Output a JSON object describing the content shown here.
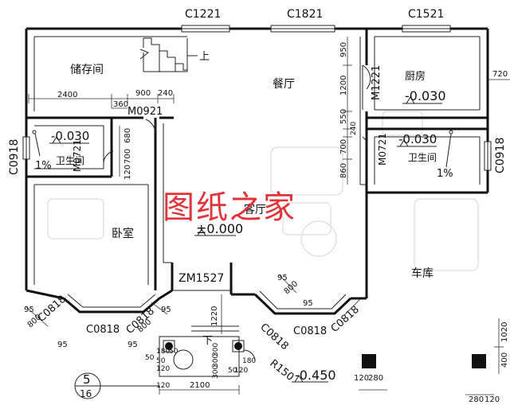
{
  "rooms": {
    "storage": "储存间",
    "dining": "餐厅",
    "kitchen": "厨房",
    "bath_left": "卫生间",
    "bath_right": "卫生间",
    "bedroom": "卧室",
    "living": "客厅",
    "garage": "车库"
  },
  "stair": {
    "up": "上",
    "down": "下"
  },
  "watermark": "图纸之家",
  "elevations": {
    "kitchen": "-0.030",
    "bath_left": "-0.030",
    "bath_right": "-0.030",
    "living": "±0.000",
    "outside": "-0.450"
  },
  "slopes": {
    "left": "1%",
    "right": "1%"
  },
  "windows": {
    "top_left": "C1221",
    "top_mid": "C1821",
    "top_right": "C1521",
    "left_wall": "C0918",
    "right_wall": "C0918",
    "bay_left_a": "C0818",
    "bay_left_b": "C0818",
    "bay_left_c": "C0818",
    "bay_right_a": "C0818",
    "bay_right_b": "C0818",
    "bay_right_c": "C0818"
  },
  "doors": {
    "bedroom": "M0921",
    "bath_left": "M0721",
    "kitchen": "M1221",
    "bath_right": "M0721",
    "entry": "ZM1527"
  },
  "dimensions": {
    "d2400": "2400",
    "d900": "900",
    "d240": "240",
    "d360": "360",
    "d680": "680",
    "d700a": "700",
    "d120a": "120",
    "d950": "950",
    "d1200": "1200",
    "d550": "550",
    "d240b": "240",
    "d700b": "700",
    "d860": "860",
    "d720": "720",
    "d95a": "95",
    "d800a": "800",
    "d95b": "95",
    "d95c": "95",
    "d800b": "800",
    "d95d": "95",
    "d95e": "95",
    "d800c": "800",
    "d95f": "95",
    "d1220": "1220",
    "d50a": "50",
    "d50b": "50",
    "d180": "180",
    "d50c": "50",
    "d120b": "120",
    "d300a": "300",
    "d300b": "300",
    "d300c": "300",
    "d50d": "50",
    "d180b": "180",
    "d120c": "120",
    "d2100": "2100",
    "d120d": "120",
    "d120e": "120",
    "d280a": "280",
    "d280b": "280",
    "d120f": "120",
    "d1020": "1020",
    "d400": "400",
    "radius": "R150"
  },
  "section_mark": {
    "num": "5",
    "den": "16"
  }
}
